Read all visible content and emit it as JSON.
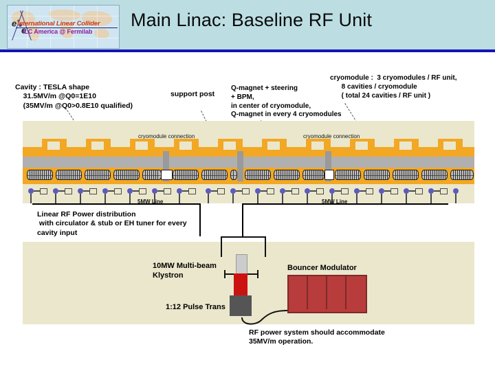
{
  "slide": {
    "title": "Main Linac: Baseline RF Unit",
    "background_color": "#ffffff",
    "header_color": "#bcdee3",
    "header_rule_color": "#1414b4",
    "panel_color": "#ebe7cc"
  },
  "logo": {
    "line1": "International Linear Collider",
    "line2": "ILC America @ Fermilab",
    "particles": "e+  e-",
    "line1_color": "#c23a1e",
    "line2_color": "#8b1fa0"
  },
  "annotations": {
    "cavity": "Cavity : TESLA shape\n    31.5MV/m @Q0=1E10\n    (35MV/m @Q0>0.8E10 qualified)",
    "support_post": "support post",
    "q_magnet": "Q-magnet + steering\n+ BPM,\nin center of cryomodule,\nQ-magnet in every 4 cryomodules",
    "cryomodule": "cryomodule :  3 cryomodules / RF unit,\n      8 cavities / cryomodule\n      ( total 24 cavities / RF unit )",
    "linear_rf": "Linear RF Power distribution\n with circulator & stub or EH tuner for every\ncavity input",
    "klystron": "10MW Multi-beam\nKlystron",
    "pulse_trans": "1:12 Pulse Trans",
    "bouncer_modulator": "Bouncer Modulator",
    "rf_power_note": "RF power system should accommodate\n35MV/m operation."
  },
  "diagram": {
    "cryomodule_connection_label": "cryomodule connection",
    "mw_line_label_left": "5MW Line",
    "mw_line_label_right": "5MW Line",
    "cavity_count_visible": 24,
    "cryomodules_per_rf_unit": 3,
    "cavities_per_cryomodule": 8,
    "total_cavities_per_rf_unit": 24,
    "colors": {
      "vessel": "#f2a824",
      "beampipe": "#b0b0b0",
      "cavity": "#bdbdbd",
      "waveguide_dot": "#5b5bc0",
      "klystron": "#cc1111",
      "pulse_transformer": "#555555",
      "modulator": "#b83c3c"
    }
  }
}
